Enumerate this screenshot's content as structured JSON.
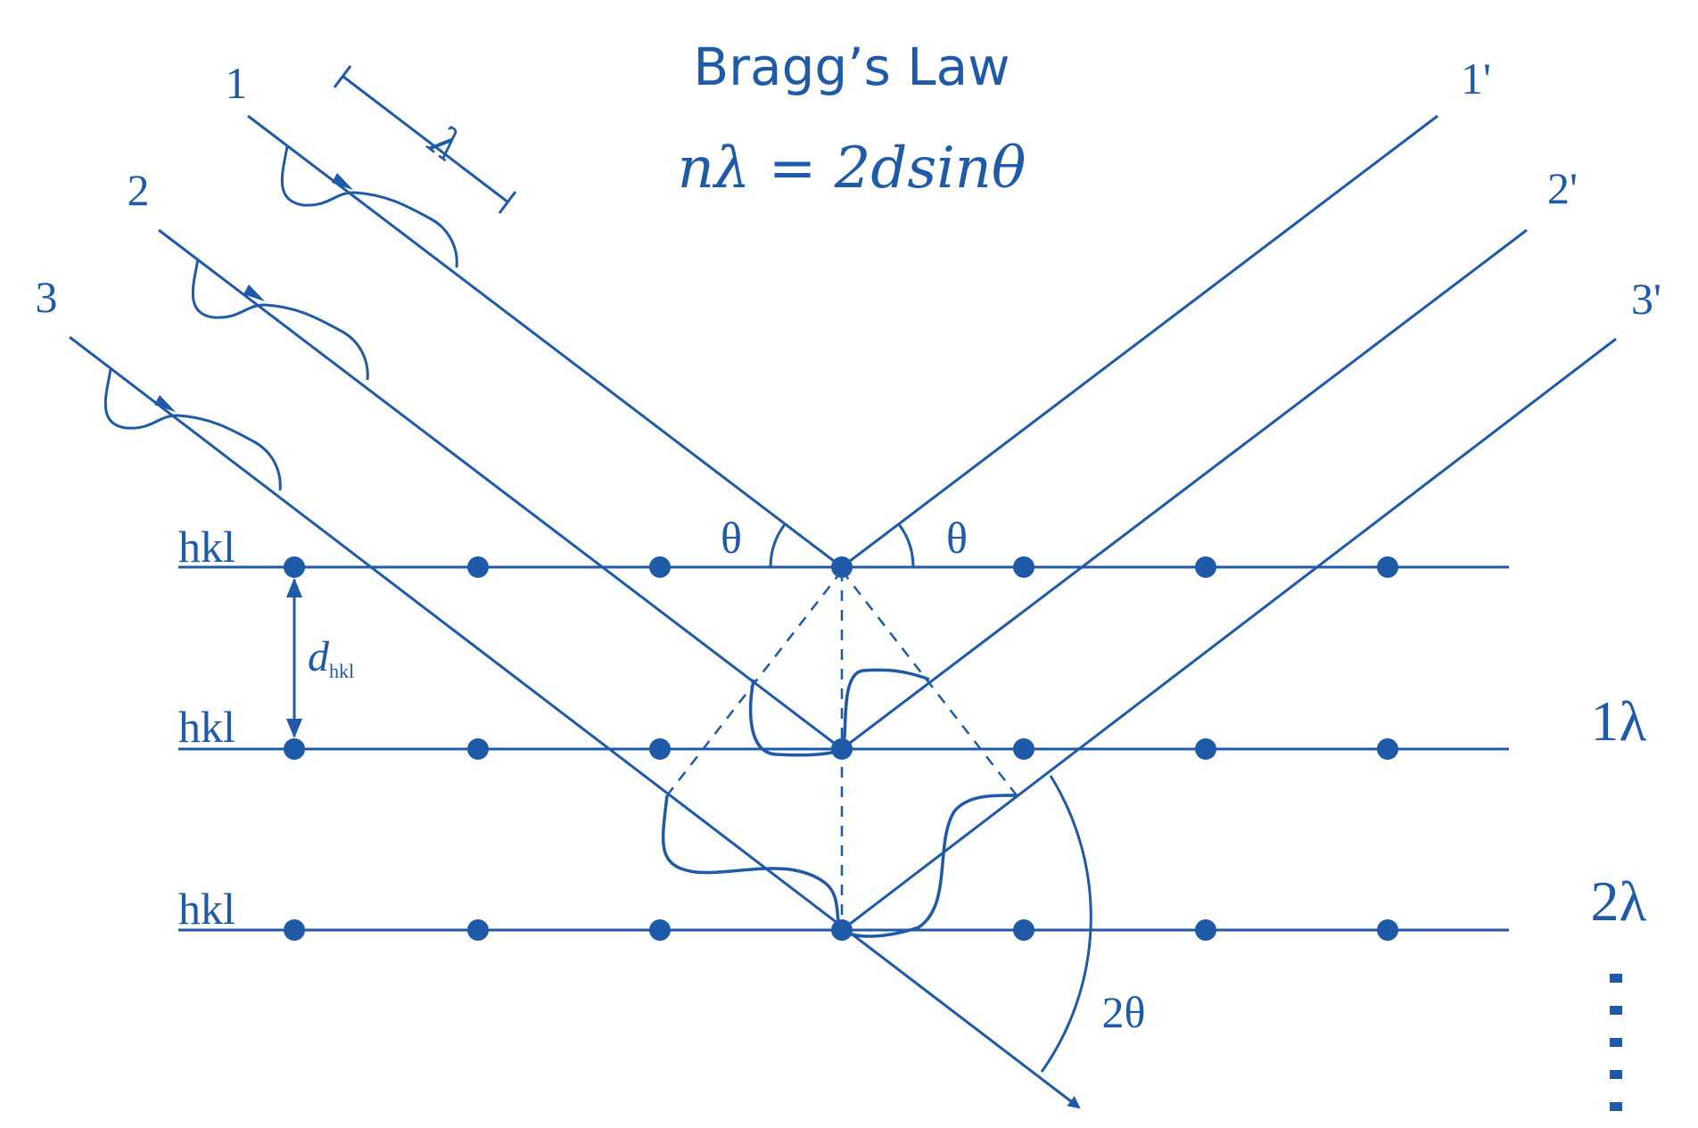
{
  "title": "Bragg’s Law",
  "formula": "nλ = 2dsinθ",
  "colors": {
    "ink": "#1e5aa8"
  },
  "incident_labels": [
    "1",
    "2",
    "3"
  ],
  "reflected_labels": [
    "1'",
    "2'",
    "3'"
  ],
  "wavelength_symbol": "λ",
  "plane_label": "hkl",
  "spacing": {
    "symbol": "d",
    "subscript": "hkl"
  },
  "angle_theta": "θ",
  "angle_two_theta": "2θ",
  "orders": [
    "1λ",
    "2λ"
  ]
}
